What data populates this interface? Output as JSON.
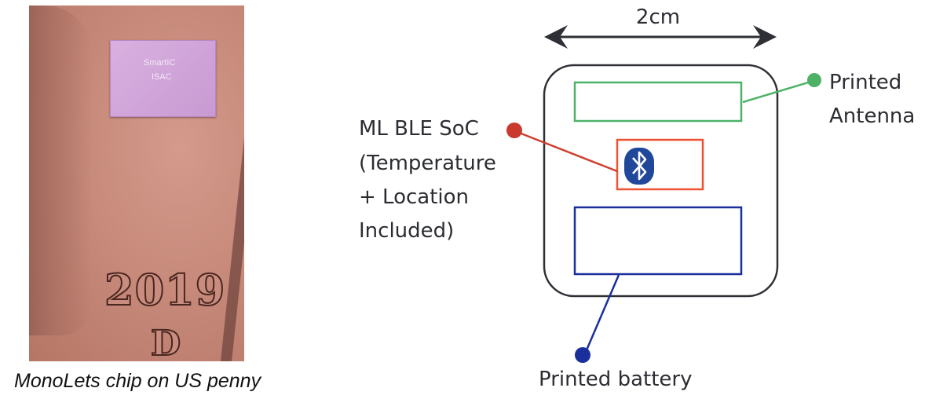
{
  "photo": {
    "caption": "MonoLets chip on US penny",
    "chip_text_line1": "SmartIC",
    "chip_text_line2": "ISAC",
    "coin_year": "2019",
    "coin_mint_mark": "D"
  },
  "diagram": {
    "dimension_label": "2cm",
    "components": [
      {
        "name": "antenna",
        "label_lines": [
          "Printed",
          "Antenna"
        ],
        "color": "#4db268"
      },
      {
        "name": "soc",
        "label_lines": [
          "ML BLE SoC",
          "(Temperature",
          "+ Location",
          "Included)"
        ],
        "color": "#d0402f",
        "box_color": "#ee5232",
        "icon": "bluetooth-icon"
      },
      {
        "name": "battery",
        "label_lines": [
          "Printed battery"
        ],
        "color": "#1a2f9b"
      }
    ],
    "outline_color": "#2e3036",
    "bluetooth_badge_color": "#20479a"
  }
}
